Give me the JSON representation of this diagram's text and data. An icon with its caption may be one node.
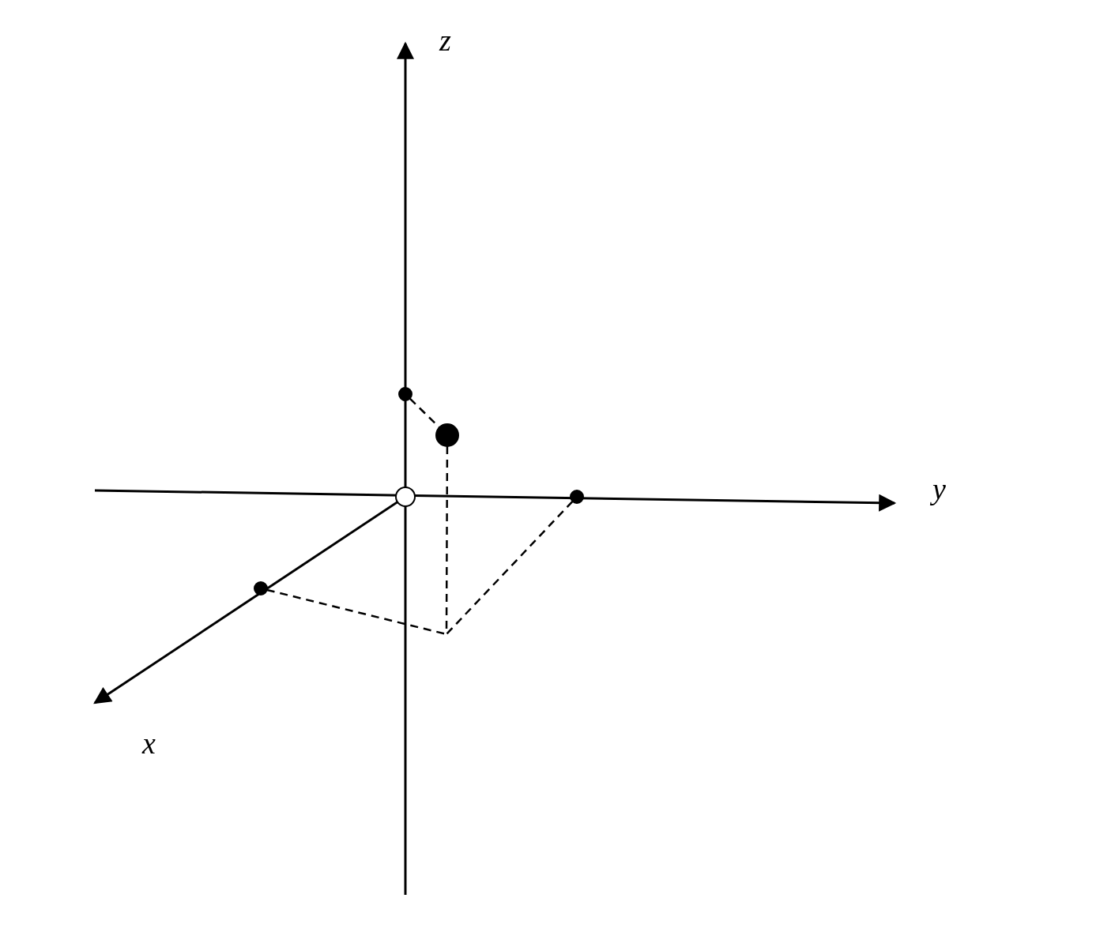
{
  "diagram": {
    "nodes": [
      {
        "text": [],
        "shape": "circle"
      },
      {
        "text": [],
        "shape": "circle"
      },
      {
        "text": [],
        "shape": "circle"
      },
      {
        "text": [],
        "shape": "circle"
      },
      {
        "text": [],
        "shape": "circle"
      }
    ],
    "edges": [
      {
        "from": 0,
        "to": 1,
        "arrow": "none",
        "style": "dashed"
      },
      {
        "from": 1,
        "to": null,
        "arrow": "none",
        "style": "dashed"
      },
      {
        "from": 4,
        "to": null,
        "arrow": "none",
        "style": "dashed"
      },
      {
        "from": 3,
        "to": null,
        "arrow": "none",
        "style": "dashed"
      }
    ],
    "labels": [
      "z",
      "y",
      "x"
    ]
  }
}
